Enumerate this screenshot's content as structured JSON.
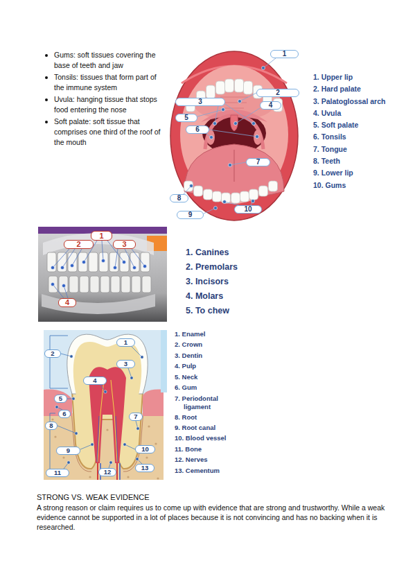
{
  "diagram": {
    "nodes": [
      {
        "text": [
          "1"
        ]
      },
      {
        "text": [
          "2"
        ]
      },
      {
        "text": [
          "3"
        ]
      },
      {
        "text": [
          "4"
        ]
      },
      {
        "text": [
          "5"
        ]
      },
      {
        "text": [
          "6"
        ]
      },
      {
        "text": [
          "7"
        ]
      },
      {
        "text": [
          "8"
        ]
      },
      {
        "text": [
          "9"
        ]
      },
      {
        "text": [
          "10"
        ]
      },
      {
        "text": [
          "1"
        ]
      },
      {
        "text": [
          "2"
        ]
      },
      {
        "text": [
          "3"
        ]
      },
      {
        "text": [
          "4"
        ]
      },
      {
        "text": [
          "1"
        ]
      },
      {
        "text": [
          "2"
        ]
      },
      {
        "text": [
          "3"
        ]
      },
      {
        "text": [
          "4"
        ]
      },
      {
        "text": [
          "5"
        ]
      },
      {
        "text": [
          "6"
        ]
      },
      {
        "text": [
          "7"
        ]
      },
      {
        "text": [
          "8"
        ]
      },
      {
        "text": [
          "9"
        ]
      },
      {
        "text": [
          "10"
        ]
      },
      {
        "text": [
          "11"
        ]
      },
      {
        "text": [
          "12"
        ]
      },
      {
        "text": [
          "13"
        ]
      }
    ],
    "labels": [
      "Gums: soft tissues covering the base of teeth and jaw",
      "Tonsils: tissues that form part of the immune system",
      "Uvula: hanging tissue that stops food entering the nose",
      "Soft palate: soft tissue that comprises one third of the roof of the mouth",
      "1. Upper lip",
      "2. Hard palate",
      "3. Palatoglossal arch",
      "4. Uvula",
      "5. Soft palate",
      "6. Tonsils",
      "7. Tongue",
      "8. Teeth",
      "9. Lower lip",
      "10. Gums",
      "1. Canines",
      "2. Premolars",
      "3. Incisors",
      "4. Molars",
      "5. To chew",
      "1. Enamel",
      "2. Crown",
      "3. Dentin",
      "4. Pulp",
      "5. Neck",
      "6. Gum",
      "7. Periodontal ligament",
      "8. Root",
      "9. Root canal",
      "10. Blood vessel",
      "11. Bone",
      "12. Nerves",
      "13. Cementum",
      "STRONG VS. WEAK EVIDENCE",
      "A strong reason or claim requires us to come up with evidence that are strong and trustworthy. While a weak evidence cannot be supported in a lot of places because it is not convincing and has no backing when it is researched."
    ]
  }
}
